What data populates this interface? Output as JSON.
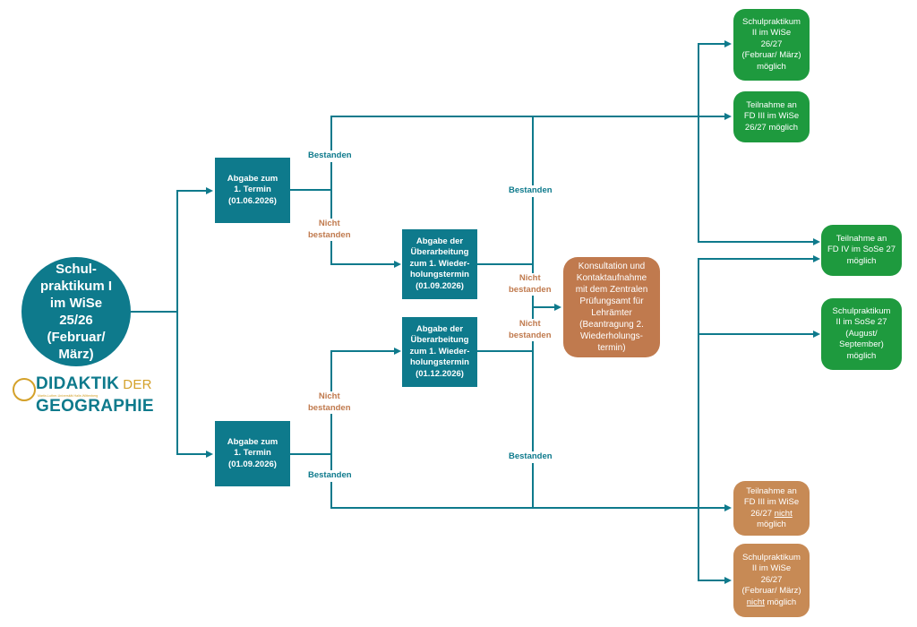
{
  "diagram": {
    "start": "Schul-\npraktikum I\nim WiSe\n25/26\n(Februar/\nMärz)",
    "submit1_top": "Abgabe zum\n1. Termin\n(01.06.2026)",
    "submit1_bottom": "Abgabe zum\n1. Termin\n(01.09.2026)",
    "rev_top": "Abgabe der\nÜberarbeitung\nzum 1. Wieder-\nholungstermin\n(01.09.2026)",
    "rev_bottom": "Abgabe der\nÜberarbeitung\nzum 1. Wieder-\nholungstermin\n(01.12.2026)",
    "consultation": "Konsultation und\nKontaktaufnahme\nmit dem Zentralen\nPrüfungsamt für\nLehrämter\n(Beantragung 2.\nWiederholungs-\ntermin)",
    "outcomes": {
      "o1": "Schulpraktikum\nII im WiSe\n26/27\n(Februar/ März)\nmöglich",
      "o2": "Teilnahme an\nFD III im WiSe\n26/27 möglich",
      "o3": "Teilnahme an\nFD IV im SoSe 27\nmöglich",
      "o4": "Schulpraktikum\nII im SoSe 27\n(August/\nSeptember)\nmöglich",
      "o5_pre": "Teilnahme an\nFD III im WiSe\n26/27 ",
      "o5_under": "nicht",
      "o5_post": "\nmöglich",
      "o6_pre": "Schulpraktikum\nII im WiSe\n26/27\n(Februar/ März)\n",
      "o6_under": "nicht",
      "o6_post": " möglich"
    },
    "labels": {
      "passed": "Bestanden",
      "failed": "Nicht\nbestanden"
    }
  },
  "logo": {
    "line1": "IDAKTIK",
    "der": "DER",
    "line2": "Martin-Luther-Universität Halle-Wittenberg",
    "line3": "EOGRAPHIE",
    "first_letter_top": "D",
    "first_letter_bottom": "G"
  },
  "colors": {
    "teal": "#0e7a8c",
    "green": "#1e9a3e",
    "orange": "#c78a55",
    "gold": "#d4a12a"
  }
}
